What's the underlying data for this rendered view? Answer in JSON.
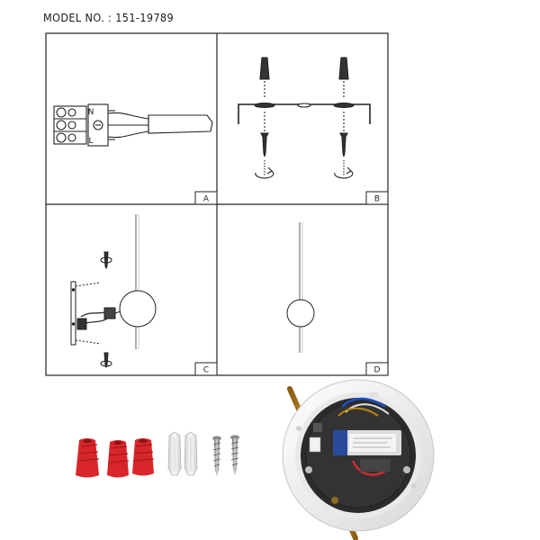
{
  "header": {
    "model_label": "MODEL NO. : ",
    "model_number": "151-19789"
  },
  "panels": [
    {
      "label": "A",
      "icon": "terminal-block-wiring-icon"
    },
    {
      "label": "B",
      "icon": "bracket-screw-mount-icon"
    },
    {
      "label": "C",
      "icon": "wall-connection-icon"
    },
    {
      "label": "D",
      "icon": "wall-lamp-installed-icon"
    }
  ],
  "terminal": {
    "markings": [
      "N",
      "⏚",
      "L"
    ]
  },
  "accessories": [
    {
      "name": "wire-connector",
      "count": 3,
      "color": "#d8262a"
    },
    {
      "name": "wall-plug",
      "count": 2,
      "color": "#e8e8e8"
    },
    {
      "name": "screw",
      "count": 2,
      "color": "#9a9a9a"
    }
  ],
  "product_photo": {
    "icon": "lamp-back-plate-photo",
    "rim_color": "#f0f0f0",
    "body_color": "#2b2b2b",
    "rod_color": "#c9902a",
    "driver_color": "#2a4a9c"
  }
}
